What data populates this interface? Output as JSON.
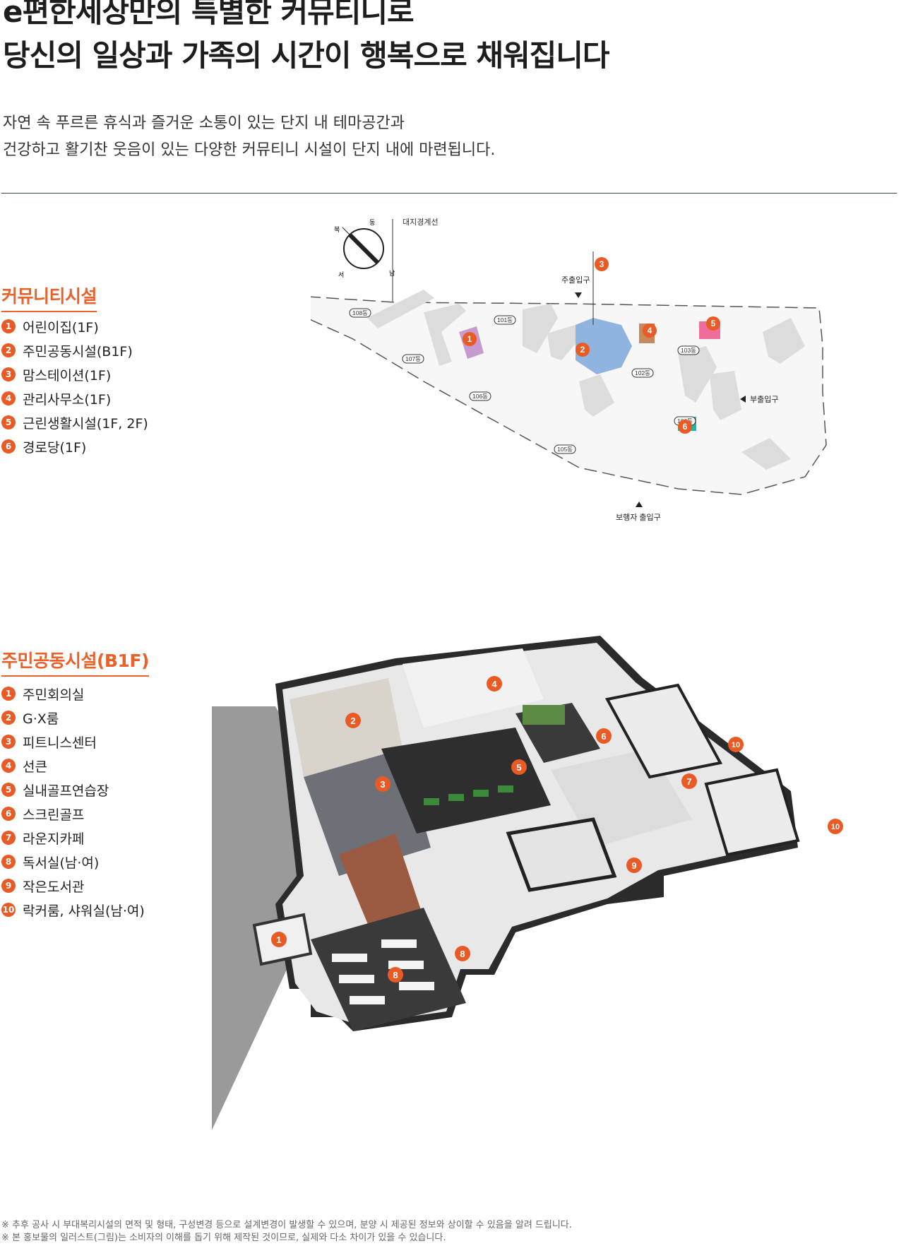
{
  "headline": {
    "line1": "e편한세상만의 특별한 커뮤티니로",
    "line2": "당신의 일상과 가족의 시간이 행복으로 채워집니다"
  },
  "intro": {
    "line1": "자연 속 푸르른 휴식과 즐거운 소통이 있는 단지 내 테마공간과",
    "line2": "건강하고 활기찬 웃음이 있는 다양한 커뮤티니 시설이 단지 내에 마련됩니다."
  },
  "community": {
    "title": "커뮤니티시설",
    "items": [
      {
        "num": "1",
        "label": "어린이집(1F)"
      },
      {
        "num": "2",
        "label": "주민공동시설(B1F)"
      },
      {
        "num": "3",
        "label": "맘스테이션(1F)"
      },
      {
        "num": "4",
        "label": "관리사무소(1F)"
      },
      {
        "num": "5",
        "label": "근린생활시설(1F, 2F)"
      },
      {
        "num": "6",
        "label": "경로당(1F)"
      }
    ]
  },
  "site_plan": {
    "boundary_label": "대지경계선",
    "main_entrance": "주출입구",
    "sub_entrance": "부출입구",
    "pedestrian_entrance": "보행자 출입구",
    "compass": {
      "n": "북",
      "s": "남",
      "e": "동",
      "w": "서"
    },
    "buildings": [
      "101동",
      "102동",
      "103동",
      "104동",
      "105동",
      "106동",
      "107동",
      "108동"
    ],
    "markers": [
      "1",
      "2",
      "3",
      "4",
      "5",
      "6"
    ],
    "colors": {
      "daycare": "#c79bd0",
      "community": "#8fb4e0",
      "moms": "#ea5a25",
      "office": "#c8885e",
      "retail": "#ee6d9c",
      "senior": "#1fb5b0",
      "marker": "#ea5a25"
    }
  },
  "b1f": {
    "title": "주민공동시설(B1F)",
    "items": [
      {
        "num": "1",
        "label": "주민회의실"
      },
      {
        "num": "2",
        "label": "G·X룸"
      },
      {
        "num": "3",
        "label": "피트니스센터"
      },
      {
        "num": "4",
        "label": "선큰"
      },
      {
        "num": "5",
        "label": "실내골프연습장"
      },
      {
        "num": "6",
        "label": "스크린골프"
      },
      {
        "num": "7",
        "label": "라운지카페"
      },
      {
        "num": "8",
        "label": "독서실(남·여)"
      },
      {
        "num": "9",
        "label": "작은도서관"
      },
      {
        "num": "10",
        "label": "락커룸, 샤워실(남·여)"
      }
    ],
    "markers": [
      "1",
      "2",
      "3",
      "4",
      "5",
      "6",
      "7",
      "8",
      "8",
      "9",
      "10",
      "10"
    ]
  },
  "notes": {
    "line1": "※ 추후 공사 시 부대복리시설의 면적 및 형태, 구성변경 등으로 설계변경이 발생할 수 있으며, 분양 시 제공된 정보와 상이할 수 있음을 알려 드립니다.",
    "line2": "※ 본 홍보물의 일러스트(그림)는 소비자의 이해를 돕기 위해 제작된 것이므로, 실제와 다소 차이가 있을 수 있습니다."
  }
}
